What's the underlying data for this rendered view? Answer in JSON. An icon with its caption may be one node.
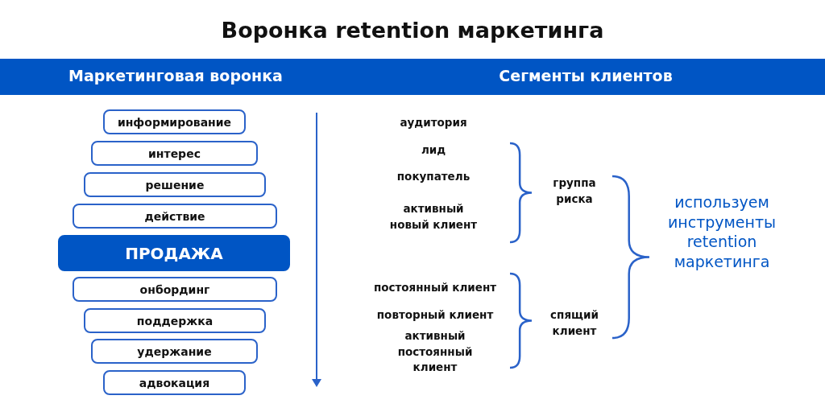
{
  "diagram": {
    "title": "Воронка retention маркетинга",
    "nodes": [
      {
        "text": [
          "Маркетинговая воронка",
          "Сегменты клиентов"
        ]
      },
      {
        "text": [
          "информирование"
        ]
      },
      {
        "text": [
          "интерес"
        ]
      },
      {
        "text": [
          "решение"
        ]
      },
      {
        "text": [
          "действие"
        ]
      },
      {
        "text": [
          "ПРОДАЖА"
        ]
      },
      {
        "text": [
          "онбординг"
        ]
      },
      {
        "text": [
          "поддержка"
        ]
      },
      {
        "text": [
          "удержание"
        ]
      },
      {
        "text": [
          "адвокация"
        ]
      }
    ],
    "labels": [
      "аудитория",
      "лид",
      "покупатель",
      "активный новый клиент",
      "группа риска",
      "используем инструменты retention маркетинга",
      "постоянный клиент",
      "повторный клиент",
      "активный постоянный клиент",
      "спящий клиент"
    ]
  }
}
